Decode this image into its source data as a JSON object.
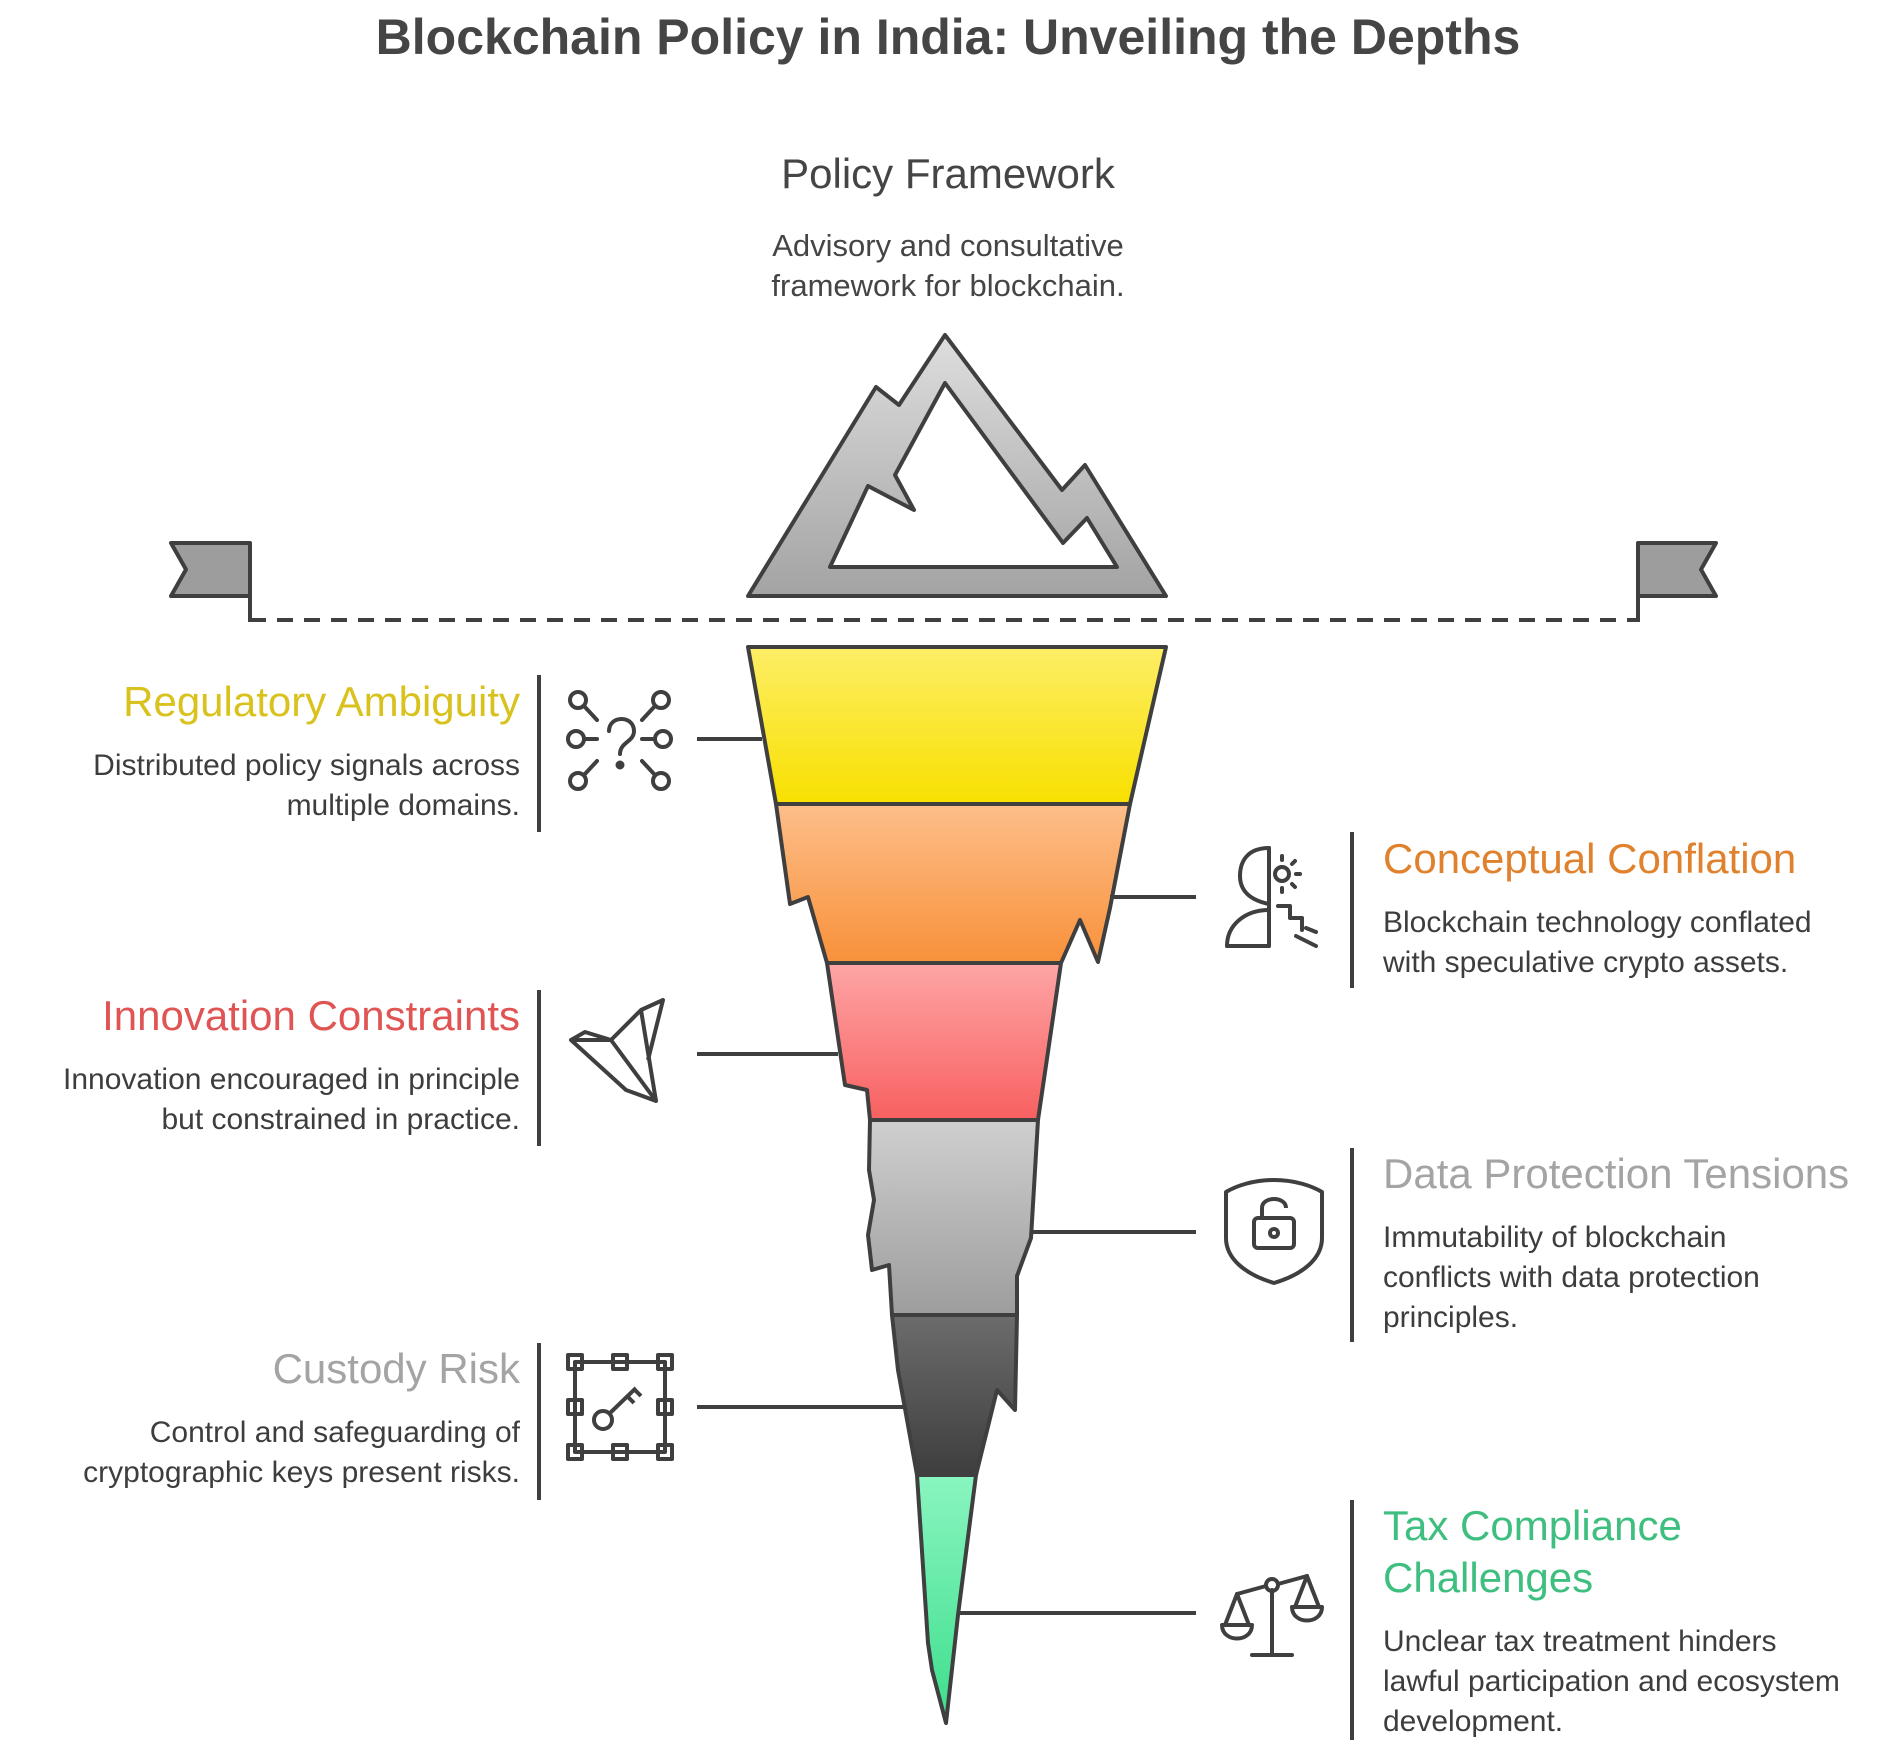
{
  "title": "Blockchain Policy in India: Unveiling the Depths",
  "apex": {
    "title": "Policy Framework",
    "description": "Advisory and consultative\nframework for blockchain."
  },
  "layers": [
    {
      "title": "Regulatory Ambiguity",
      "description": "Distributed policy signals across\nmultiple domains.",
      "side": "left",
      "color": "#d9c21d",
      "icon": "network-question-icon",
      "fill_top": "#fdee66",
      "fill_bottom": "#f8e000"
    },
    {
      "title": "Conceptual Conflation",
      "description": "Blockchain technology conflated\nwith speculative crypto assets.",
      "side": "right",
      "color": "#e0822d",
      "icon": "head-gears-icon",
      "fill_top": "#fdbe8a",
      "fill_bottom": "#f8913a"
    },
    {
      "title": "Innovation Constraints",
      "description": "Innovation encouraged in principle\nbut constrained in practice.",
      "side": "left",
      "color": "#e05454",
      "icon": "origami-bird-icon",
      "fill_top": "#fea5a5",
      "fill_bottom": "#f86060"
    },
    {
      "title": "Data Protection Tensions",
      "description": "Immutability of blockchain\nconflicts with data protection\nprinciples.",
      "side": "right",
      "color": "#a4a4a4",
      "icon": "shield-lock-icon",
      "fill_top": "#cfcfcf",
      "fill_bottom": "#9d9d9d"
    },
    {
      "title": "Custody Risk",
      "description": "Control and safeguarding of\ncryptographic keys present risks.",
      "side": "left",
      "color": "#a4a4a4",
      "icon": "key-chip-icon",
      "fill_top": "#6c6c6c",
      "fill_bottom": "#3e3e3e"
    },
    {
      "title": "Tax Compliance\nChallenges",
      "description": "Unclear tax treatment hinders\nlawful participation and ecosystem\ndevelopment.",
      "side": "right",
      "color": "#3fbf7f",
      "icon": "scales-icon",
      "fill_top": "#8af5c0",
      "fill_bottom": "#3dde8c"
    }
  ]
}
